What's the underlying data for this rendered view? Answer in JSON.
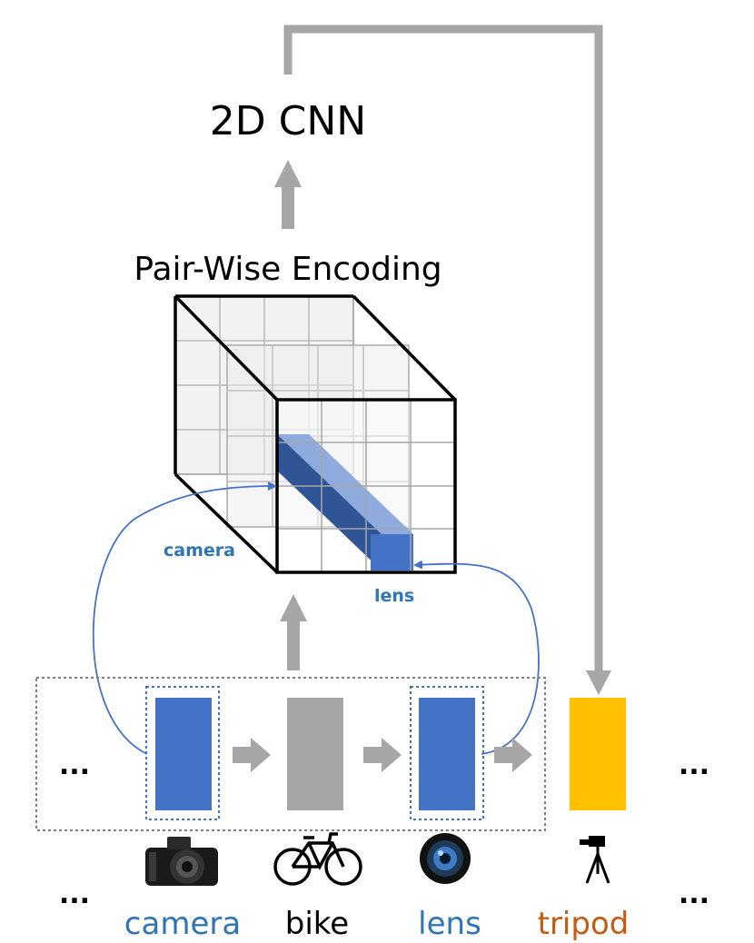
{
  "title_top": "2D CNN",
  "cube_title": "Pair-Wise Encoding",
  "cube_label_left": "camera",
  "cube_label_right": "lens",
  "ellipsis": "...",
  "tokens": [
    {
      "word": "camera",
      "color": "#2E75B6",
      "box_color": "#4472C4",
      "icon": "camera-icon",
      "highlighted": true
    },
    {
      "word": "bike",
      "color": "#000000",
      "box_color": "#A6A6A6",
      "icon": "bicycle-icon",
      "highlighted": false
    },
    {
      "word": "lens",
      "color": "#2E75B6",
      "box_color": "#4472C4",
      "icon": "lens-icon",
      "highlighted": true
    },
    {
      "word": "tripod",
      "color": "#C55A11",
      "box_color": "#FFC000",
      "icon": "tripod-icon",
      "highlighted": false
    }
  ],
  "colors": {
    "arrow": "#A6A6A6",
    "blue": "#4472C4",
    "label_blue": "#2E75B6",
    "orange": "#C55A11",
    "gold": "#FFC000"
  }
}
